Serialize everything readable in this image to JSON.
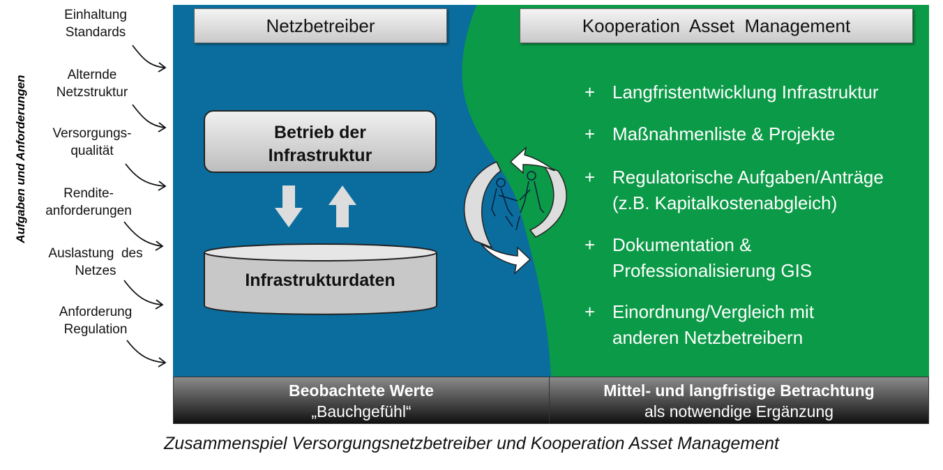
{
  "side_label": "Aufgaben und Anforderungen",
  "requirements": [
    {
      "line1": "Einhaltung",
      "line2": "Standards"
    },
    {
      "line1": "Alternde",
      "line2": "Netzstruktur"
    },
    {
      "line1": "Versorgungs-",
      "line2": "qualität"
    },
    {
      "line1": "Rendite-",
      "line2": "anforderungen"
    },
    {
      "line1": "Auslastung  des",
      "line2": "Netzes"
    },
    {
      "line1": "Anforderung",
      "line2": "Regulation"
    }
  ],
  "left": {
    "header": "Netzbetreiber",
    "box1": {
      "line1": "Betrieb der",
      "line2": "Infrastruktur"
    },
    "database": "Infrastrukturdaten"
  },
  "right": {
    "header": "Kooperation  Asset  Management",
    "bullet_symbol": "+",
    "bullets": [
      {
        "line1": "Langfristentwicklung Infrastruktur"
      },
      {
        "line1": "Maßnahmenliste & Projekte"
      },
      {
        "line1": "Regulatorische Aufgaben/Anträge",
        "line2": "(z.B. Kapitalkostenabgleich)"
      },
      {
        "line1": "Dokumentation &",
        "line2": "Professionalisierung GIS"
      },
      {
        "line1": "Einordnung/Vergleich mit",
        "line2": "anderen Netzbetreibern"
      }
    ]
  },
  "bottom": {
    "left": {
      "title": "Beobachtete Werte",
      "sub": "„Bauchgefühl“"
    },
    "right": {
      "title": "Mittel- und langfristige Betrachtung",
      "sub": "als notwendige Ergänzung"
    }
  },
  "caption": "Zusammenspiel Versorgungsnetzbetreiber und Kooperation Asset Management",
  "colors": {
    "blue": "#0a6d9e",
    "green": "#0b9a47"
  }
}
